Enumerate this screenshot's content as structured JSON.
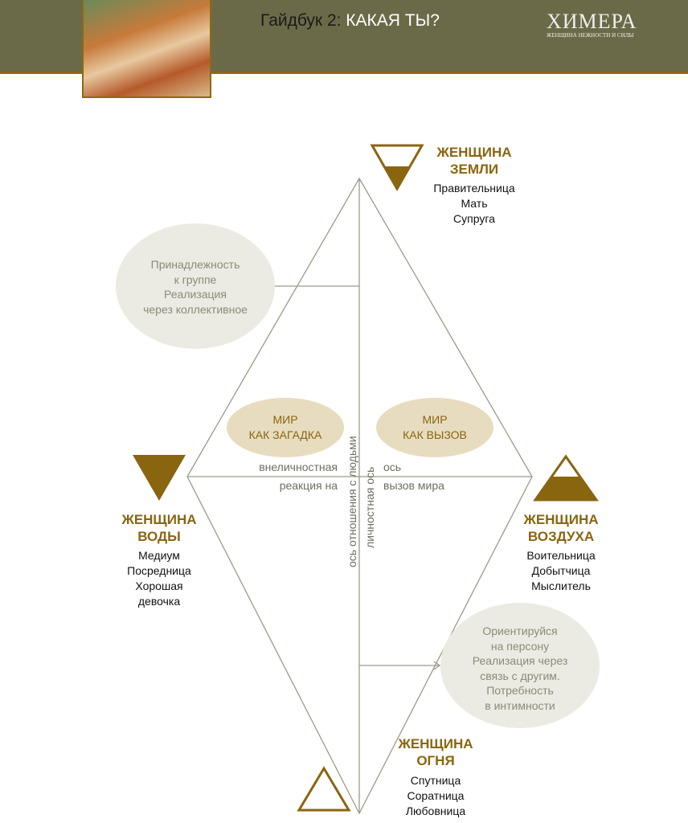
{
  "header": {
    "title_prefix": "Гайдбук 2: ",
    "title_main": "КАКАЯ ТЫ?",
    "logo_main": "ХИМЕРА",
    "logo_sub": "ЖЕНЩИНА НЕЖНОСТИ И СИЛЫ"
  },
  "earth": {
    "title": [
      "ЖЕНЩИНА",
      "ЗЕМЛИ"
    ],
    "items": [
      "Правительница",
      "Мать",
      "Супруга"
    ]
  },
  "water": {
    "title": [
      "ЖЕНЩИНА",
      "ВОДЫ"
    ],
    "items": [
      "Медиум",
      "Посредница",
      "Хорошая",
      "девочка"
    ]
  },
  "air": {
    "title": [
      "ЖЕНЩИНА",
      "ВОЗДУХА"
    ],
    "items": [
      "Воительница",
      "Добытчица",
      "Мыслитель"
    ]
  },
  "fire": {
    "title": [
      "ЖЕНЩИНА",
      "ОГНЯ"
    ],
    "items": [
      "Спутница",
      "Соратница",
      "Любовница"
    ]
  },
  "bubble_top": [
    "Принадлежность",
    "к группе",
    "Реализация",
    "через коллективное"
  ],
  "bubble_bottom": [
    "Ориентируйся",
    "на персону",
    "Реализация через",
    "связь с другим.",
    "Потребность",
    "в интимности"
  ],
  "world_riddle": [
    "МИР",
    "КАК ЗАГАДКА"
  ],
  "world_challenge": [
    "МИР",
    "КАК ВЫЗОВ"
  ],
  "axes": {
    "left_top": "внеличностная",
    "left_bottom": "реакция на",
    "right_top": "ось",
    "right_bottom": "вызов мира",
    "vert_left": "ось отношения с людьми",
    "vert_right": "личностная ось"
  },
  "colors": {
    "gold": "#8a6510",
    "olive": "#6b6a48",
    "line": "#9a9a8a"
  }
}
